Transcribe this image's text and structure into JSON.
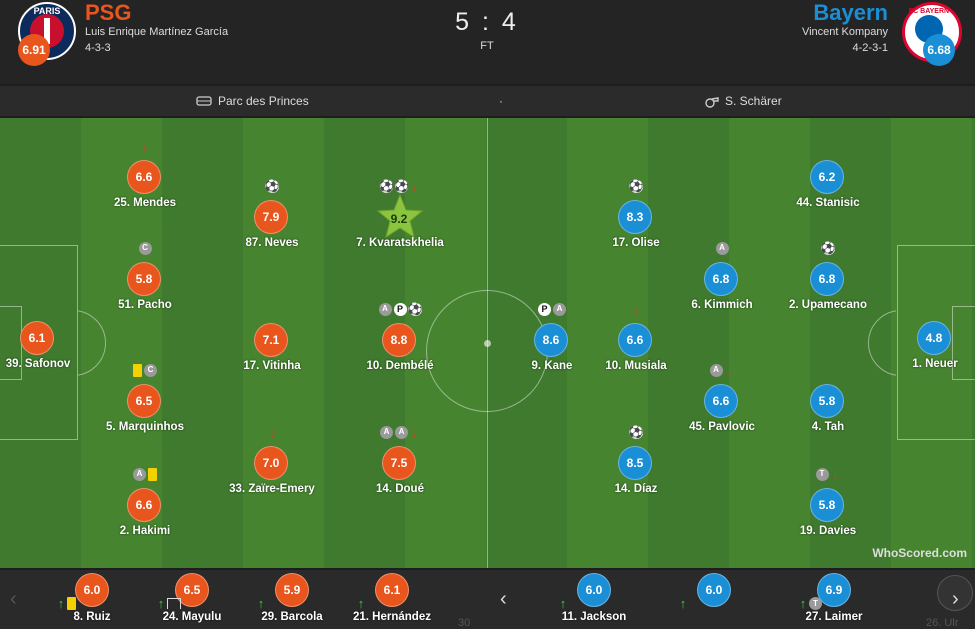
{
  "home": {
    "name": "PSG",
    "coach": "Luis Enrique Martínez García",
    "formation": "4-3-3",
    "rating": "6.91",
    "crest_text": "PARIS",
    "color": "#e8561e"
  },
  "away": {
    "name": "Bayern",
    "coach": "Vincent Kompany",
    "formation": "4-2-3-1",
    "rating": "6.68",
    "crest_text": "FC BAYERN",
    "color": "#1a8fd6"
  },
  "score": "5 : 4",
  "status": "FT",
  "venue": "Parc des Princes",
  "separator": "·",
  "referee": "S. Schärer",
  "watermark": "WhoScored.com",
  "home_players": [
    {
      "name": "39. Safonov",
      "rating": "6.1",
      "icons": []
    },
    {
      "name": "25. Mendes",
      "rating": "6.6",
      "icons": [
        "down"
      ]
    },
    {
      "name": "51. Pacho",
      "rating": "5.8",
      "icons": [
        "C"
      ]
    },
    {
      "name": "5. Marquinhos",
      "rating": "6.5",
      "icons": [
        "yellow",
        "C"
      ]
    },
    {
      "name": "2. Hakimi",
      "rating": "6.6",
      "icons": [
        "A",
        "yellow"
      ]
    },
    {
      "name": "87. Neves",
      "rating": "7.9",
      "icons": [
        "ball"
      ]
    },
    {
      "name": "17. Vitinha",
      "rating": "7.1",
      "icons": []
    },
    {
      "name": "33. Zaïre-Emery",
      "rating": "7.0",
      "icons": [
        "down"
      ]
    },
    {
      "name": "7. Kvaratskhelia",
      "rating": "9.2",
      "icons": [
        "ball",
        "ball",
        "down"
      ],
      "star": true
    },
    {
      "name": "10. Dembélé",
      "rating": "8.8",
      "icons": [
        "A",
        "P",
        "ball"
      ]
    },
    {
      "name": "14. Doué",
      "rating": "7.5",
      "icons": [
        "A",
        "A",
        "down"
      ]
    }
  ],
  "away_players": [
    {
      "name": "9. Kane",
      "rating": "8.6",
      "icons": [
        "P",
        "A"
      ]
    },
    {
      "name": "17. Olise",
      "rating": "8.3",
      "icons": [
        "ball"
      ]
    },
    {
      "name": "10. Musiala",
      "rating": "6.6",
      "icons": [
        "down"
      ]
    },
    {
      "name": "14. Díaz",
      "rating": "8.5",
      "icons": [
        "ball"
      ]
    },
    {
      "name": "6. Kimmich",
      "rating": "6.8",
      "icons": [
        "A"
      ]
    },
    {
      "name": "45. Pavlovic",
      "rating": "6.6",
      "icons": [
        "A",
        "down"
      ]
    },
    {
      "name": "44. Stanisic",
      "rating": "6.2",
      "icons": []
    },
    {
      "name": "2. Upamecano",
      "rating": "6.8",
      "icons": [
        "ball"
      ]
    },
    {
      "name": "4. Tah",
      "rating": "5.8",
      "icons": []
    },
    {
      "name": "19. Davies",
      "rating": "5.8",
      "icons": [
        "T",
        "down"
      ]
    },
    {
      "name": "1. Neuer",
      "rating": "4.8",
      "icons": []
    }
  ],
  "home_subs": [
    {
      "name": "8. Ruiz",
      "rating": "6.0",
      "icons": [
        "up",
        "yellow"
      ]
    },
    {
      "name": "24. Mayulu",
      "rating": "6.5",
      "icons": [
        "up",
        "goal"
      ]
    },
    {
      "name": "29. Barcola",
      "rating": "5.9",
      "icons": [
        "up"
      ]
    },
    {
      "name": "21. Hernández",
      "rating": "6.1",
      "icons": [
        "up"
      ]
    }
  ],
  "away_subs": [
    {
      "name": "11. Jackson",
      "rating": "6.0",
      "icons": [
        "up"
      ]
    },
    {
      "name": "",
      "rating": "6.0",
      "icons": [
        "up"
      ]
    },
    {
      "name": "27. Laimer",
      "rating": "6.9",
      "icons": [
        "up",
        "T"
      ]
    }
  ],
  "faded_left": "30",
  "faded_right": "26. Ulr"
}
